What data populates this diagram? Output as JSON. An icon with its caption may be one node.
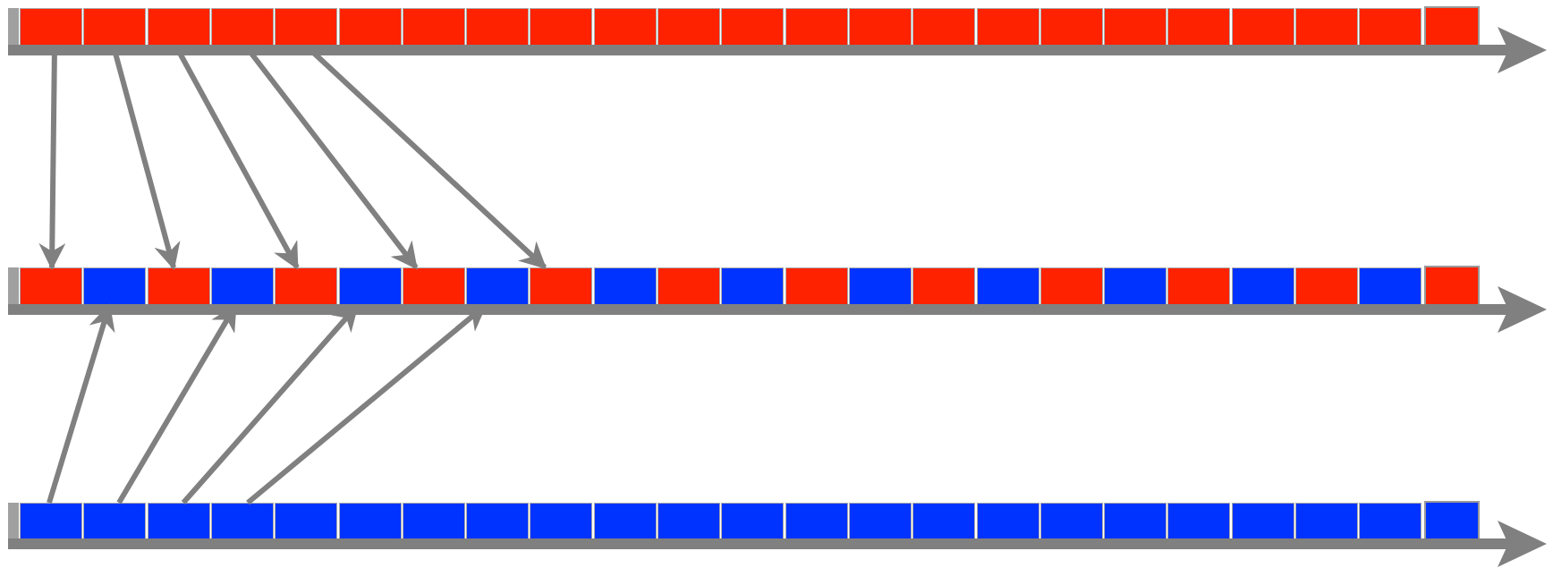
{
  "diagram": {
    "nodes": [
      {
        "text": [],
        "shape": "box"
      },
      {
        "text": [],
        "shape": "box"
      },
      {
        "text": [],
        "shape": "box"
      },
      {
        "text": [],
        "shape": "box"
      },
      {
        "text": [],
        "shape": "box"
      },
      {
        "text": [],
        "shape": "box"
      },
      {
        "text": [],
        "shape": "box"
      },
      {
        "text": [],
        "shape": "box"
      },
      {
        "text": [],
        "shape": "box"
      },
      {
        "text": [],
        "shape": "box"
      },
      {
        "text": [],
        "shape": "box"
      },
      {
        "text": [],
        "shape": "box"
      },
      {
        "text": [],
        "shape": "box"
      },
      {
        "text": [],
        "shape": "box"
      },
      {
        "text": [],
        "shape": "box"
      },
      {
        "text": [],
        "shape": "box"
      },
      {
        "text": [],
        "shape": "box"
      },
      {
        "text": [],
        "shape": "box"
      },
      {
        "text": [],
        "shape": "box"
      },
      {
        "text": [],
        "shape": "box"
      },
      {
        "text": [],
        "shape": "box"
      },
      {
        "text": [],
        "shape": "box"
      },
      {
        "text": [],
        "shape": "box"
      },
      {
        "text": [],
        "shape": "box"
      },
      {
        "text": [],
        "shape": "box"
      },
      {
        "text": [],
        "shape": "box"
      },
      {
        "text": [],
        "shape": "box"
      },
      {
        "text": [],
        "shape": "box"
      },
      {
        "text": [],
        "shape": "box"
      },
      {
        "text": [],
        "shape": "box"
      },
      {
        "text": [],
        "shape": "box"
      },
      {
        "text": [],
        "shape": "box"
      },
      {
        "text": [],
        "shape": "box"
      },
      {
        "text": [],
        "shape": "box"
      },
      {
        "text": [],
        "shape": "box"
      },
      {
        "text": [],
        "shape": "box"
      },
      {
        "text": [],
        "shape": "box"
      },
      {
        "text": [],
        "shape": "box"
      },
      {
        "text": [],
        "shape": "box"
      },
      {
        "text": [],
        "shape": "box"
      },
      {
        "text": [],
        "shape": "box"
      },
      {
        "text": [],
        "shape": "box"
      },
      {
        "text": [],
        "shape": "box"
      },
      {
        "text": [],
        "shape": "box"
      },
      {
        "text": [],
        "shape": "box"
      },
      {
        "text": [],
        "shape": "box"
      },
      {
        "text": [],
        "shape": "box"
      },
      {
        "text": [],
        "shape": "box"
      },
      {
        "text": [],
        "shape": "box"
      },
      {
        "text": [],
        "shape": "box"
      },
      {
        "text": [],
        "shape": "box"
      },
      {
        "text": [],
        "shape": "box"
      },
      {
        "text": [],
        "shape": "box"
      },
      {
        "text": [],
        "shape": "box"
      },
      {
        "text": [],
        "shape": "box"
      },
      {
        "text": [],
        "shape": "box"
      },
      {
        "text": [],
        "shape": "box"
      },
      {
        "text": [],
        "shape": "box"
      },
      {
        "text": [],
        "shape": "box"
      },
      {
        "text": [],
        "shape": "box"
      },
      {
        "text": [],
        "shape": "box"
      },
      {
        "text": [],
        "shape": "box"
      },
      {
        "text": [],
        "shape": "box"
      },
      {
        "text": [],
        "shape": "box"
      },
      {
        "text": [],
        "shape": "box"
      },
      {
        "text": [],
        "shape": "box"
      },
      {
        "text": [],
        "shape": "box"
      },
      {
        "text": [],
        "shape": "box"
      },
      {
        "text": [],
        "shape": "box"
      }
    ],
    "edges": [
      {
        "from": 0,
        "to": 23,
        "arrow": "to"
      },
      {
        "from": 1,
        "to": 25,
        "arrow": "to"
      },
      {
        "from": 2,
        "to": 27,
        "arrow": "to"
      },
      {
        "from": 3,
        "to": 29,
        "arrow": "to"
      },
      {
        "from": 4,
        "to": 31,
        "arrow": "to"
      },
      {
        "from": 46,
        "to": 24,
        "arrow": "to"
      },
      {
        "from": 47,
        "to": 26,
        "arrow": "to"
      },
      {
        "from": 48,
        "to": 28,
        "arrow": "to"
      },
      {
        "from": 49,
        "to": 30,
        "arrow": "to"
      }
    ]
  }
}
